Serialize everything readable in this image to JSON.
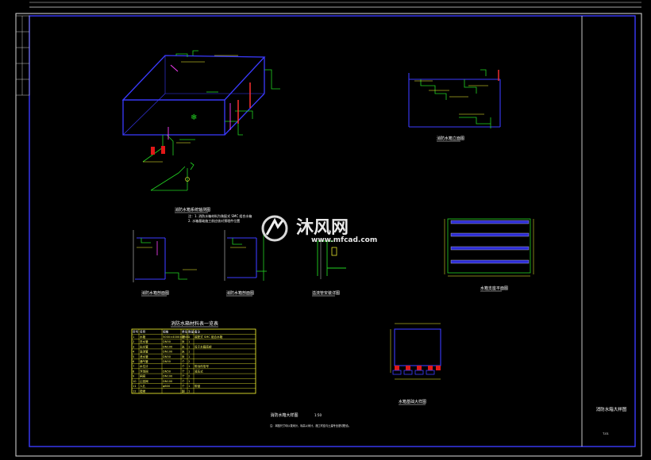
{
  "watermark": {
    "brand_cn": "沐风网",
    "url": "www.mfcad.com"
  },
  "title_block": {
    "drawing_title": "消防水箱大样图",
    "drawing_no": "T-01"
  },
  "drawings": {
    "axonometric_caption": "消防水箱系统轴测图",
    "elevation_caption": "消防水箱立面图",
    "section1_caption": "消防水箱剖面图",
    "section2_caption": "消防水箱剖面图",
    "detail_caption": "溢流管安装详图",
    "support_plan_caption": "水箱支座平面图",
    "base_caption": "水箱基础大样图"
  },
  "table": {
    "title": "消防水箱材料表一览表",
    "caption": "消防水箱大样图",
    "scale": "1:50",
    "note": "注：本图尺寸均以毫米计，标高以米计，施工时应与土建专业密切配合。",
    "headers": [
      "序号",
      "名称",
      "规格",
      "单位",
      "数量",
      "备注"
    ],
    "rows": [
      [
        "1",
        "水箱",
        "5000×4000×2500",
        "座",
        "1",
        "装配式 SMC 组合水箱"
      ],
      [
        "2",
        "进水管",
        "DN50",
        "米",
        "1",
        ""
      ],
      [
        "3",
        "出水管",
        "DN100",
        "米",
        "1",
        "设于水箱底部"
      ],
      [
        "4",
        "溢流管",
        "DN100",
        "米",
        "1",
        ""
      ],
      [
        "5",
        "泄水管",
        "DN50",
        "米",
        "1",
        ""
      ],
      [
        "6",
        "通气管",
        "DN50",
        "个",
        "2",
        ""
      ],
      [
        "7",
        "水位计",
        "",
        "个",
        "1",
        "带远传信号"
      ],
      [
        "8",
        "浮球阀",
        "DN50",
        "个",
        "1",
        "液压式"
      ],
      [
        "9",
        "闸阀",
        "DN100",
        "个",
        "2",
        ""
      ],
      [
        "10",
        "止回阀",
        "DN100",
        "个",
        "1",
        ""
      ],
      [
        "11",
        "人孔",
        "φ600",
        "个",
        "1",
        "带锁"
      ],
      [
        "12",
        "爬梯",
        "",
        "副",
        "1",
        ""
      ]
    ]
  }
}
